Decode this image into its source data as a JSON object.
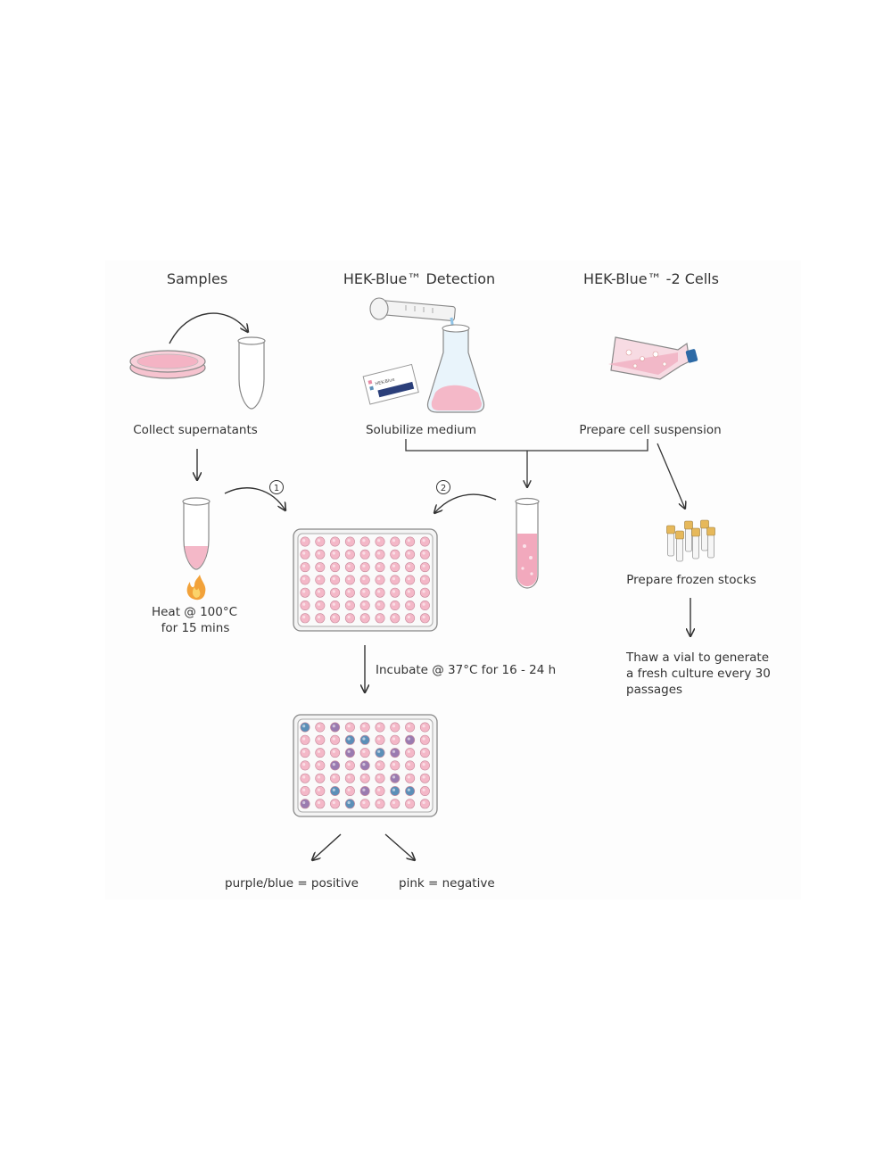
{
  "headers": {
    "samples": "Samples",
    "detection": "HEK-Blue™ Detection",
    "cells": "HEK-Blue™ -2 Cells"
  },
  "labels": {
    "collect": "Collect supernatants",
    "solubilize": "Solubilize medium",
    "prepare_cells": "Prepare cell suspension",
    "heat_line1": "Heat @ 100°C",
    "heat_line2": "for 15 mins",
    "frozen": "Prepare frozen stocks",
    "thaw_line1": "Thaw a vial to generate",
    "thaw_line2": "a fresh culture every 30",
    "thaw_line3": "passages",
    "incubate": "Incubate @ 37°C for 16 - 24 h",
    "positive": "purple/blue  = positive",
    "negative": "pink = negative",
    "step1": "1",
    "step2": "2",
    "card_text": "HEK-Blue"
  },
  "colors": {
    "pink": "#f4b8c8",
    "pink_dark": "#e88aa4",
    "blue": "#5b8fb8",
    "purple": "#9a7bb0",
    "text": "#333333",
    "cap_blue": "#2d6aa6",
    "cap_yellow": "#e6b85a",
    "flame": "#f2a23a"
  },
  "result_plate": {
    "rows": [
      [
        "B",
        "P",
        "U",
        "P",
        "P",
        "P",
        "P",
        "P",
        "P"
      ],
      [
        "P",
        "P",
        "P",
        "B",
        "B",
        "P",
        "P",
        "U",
        "P"
      ],
      [
        "P",
        "P",
        "P",
        "U",
        "P",
        "B",
        "U",
        "P",
        "P"
      ],
      [
        "P",
        "P",
        "U",
        "P",
        "U",
        "P",
        "P",
        "P",
        "P"
      ],
      [
        "P",
        "P",
        "P",
        "P",
        "P",
        "P",
        "U",
        "P",
        "P"
      ],
      [
        "P",
        "P",
        "B",
        "P",
        "U",
        "P",
        "B",
        "B",
        "P"
      ],
      [
        "U",
        "P",
        "P",
        "B",
        "P",
        "P",
        "P",
        "P",
        "P"
      ]
    ]
  }
}
